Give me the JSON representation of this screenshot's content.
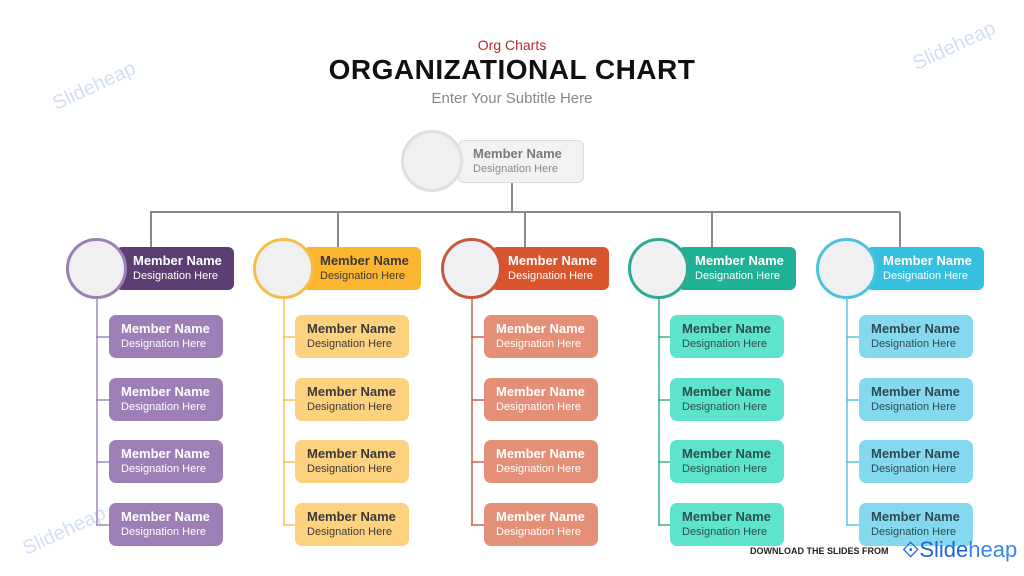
{
  "header": {
    "eyebrow": "Org Charts",
    "title": "ORGANIZATIONAL CHART",
    "subtitle": "Enter Your Subtitle Here"
  },
  "root": {
    "name": "Member Name",
    "designation": "Designation Here",
    "color": "#f2f2f2"
  },
  "columns": [
    {
      "color": "#5b3f72",
      "ring": "#9a80b5",
      "child_color": "#9b7fb6",
      "child_text": "#ffffff",
      "head_text": "#ffffff",
      "head": {
        "name": "Member Name",
        "designation": "Designation Here"
      },
      "children": [
        {
          "name": "Member Name",
          "designation": "Designation Here"
        },
        {
          "name": "Member Name",
          "designation": "Designation Here"
        },
        {
          "name": "Member Name",
          "designation": "Designation Here"
        },
        {
          "name": "Member Name",
          "designation": "Designation Here"
        }
      ]
    },
    {
      "color": "#fbb52e",
      "ring": "#f5be4c",
      "child_color": "#fdd27f",
      "child_text": "#3a3a3a",
      "head_text": "#3a3a3a",
      "head": {
        "name": "Member Name",
        "designation": "Designation Here"
      },
      "children": [
        {
          "name": "Member Name",
          "designation": "Designation Here"
        },
        {
          "name": "Member Name",
          "designation": "Designation Here"
        },
        {
          "name": "Member Name",
          "designation": "Designation Here"
        },
        {
          "name": "Member Name",
          "designation": "Designation Here"
        }
      ]
    },
    {
      "color": "#d9552e",
      "ring": "#c8573e",
      "child_color": "#e48f78",
      "child_text": "#ffffff",
      "head_text": "#ffffff",
      "head": {
        "name": "Member Name",
        "designation": "Designation Here"
      },
      "children": [
        {
          "name": "Member Name",
          "designation": "Designation Here"
        },
        {
          "name": "Member Name",
          "designation": "Designation Here"
        },
        {
          "name": "Member Name",
          "designation": "Designation Here"
        },
        {
          "name": "Member Name",
          "designation": "Designation Here"
        }
      ]
    },
    {
      "color": "#1fb196",
      "ring": "#2eaa93",
      "child_color": "#5ee3cd",
      "child_text": "#2f4f4a",
      "head_text": "#ffffff",
      "head": {
        "name": "Member Name",
        "designation": "Designation Here"
      },
      "children": [
        {
          "name": "Member Name",
          "designation": "Designation Here"
        },
        {
          "name": "Member Name",
          "designation": "Designation Here"
        },
        {
          "name": "Member Name",
          "designation": "Designation Here"
        },
        {
          "name": "Member Name",
          "designation": "Designation Here"
        }
      ]
    },
    {
      "color": "#35c0df",
      "ring": "#4cc3dc",
      "child_color": "#85d9ee",
      "child_text": "#2e4a55",
      "head_text": "#ffffff",
      "head": {
        "name": "Member Name",
        "designation": "Designation Here"
      },
      "children": [
        {
          "name": "Member Name",
          "designation": "Designation Here"
        },
        {
          "name": "Member Name",
          "designation": "Designation Here"
        },
        {
          "name": "Member Name",
          "designation": "Designation Here"
        },
        {
          "name": "Member Name",
          "designation": "Designation Here"
        }
      ]
    }
  ],
  "watermark": "Slideheap",
  "footer": {
    "label": "DOWNLOAD THE SLIDES FROM",
    "brand_a": "Slide",
    "brand_b": "heap"
  }
}
